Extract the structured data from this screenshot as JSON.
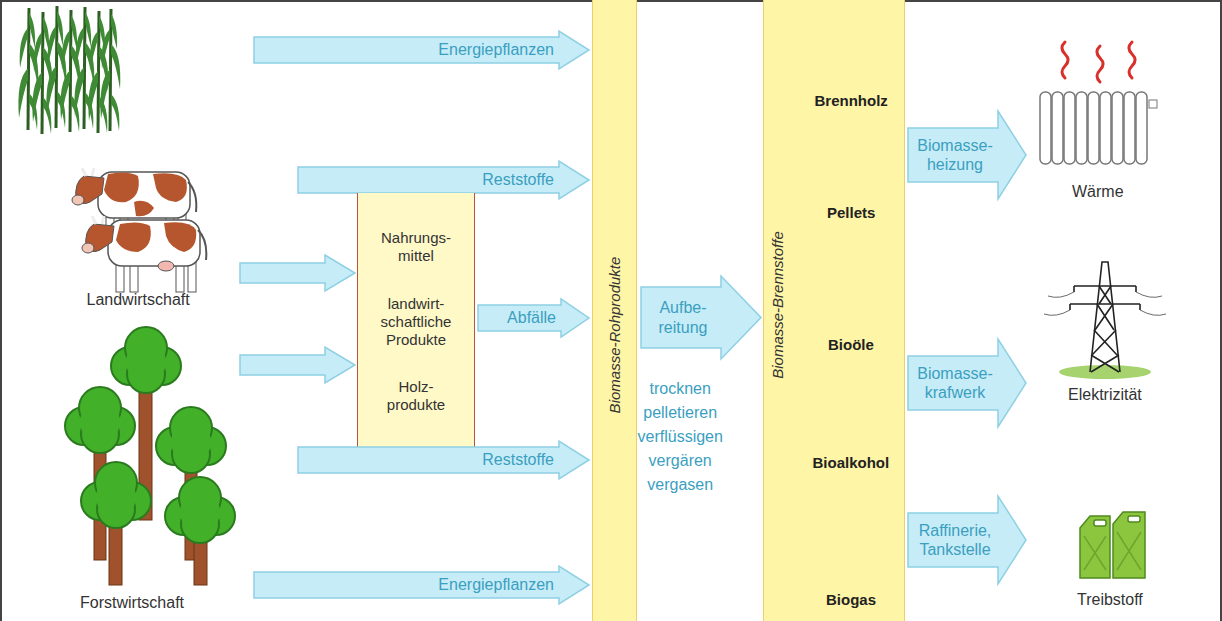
{
  "diagram": {
    "nodes": [
      {
        "text": [
          "Energiepflanzen"
        ]
      },
      {
        "text": [
          "Reststoffe"
        ]
      },
      {
        "text": [
          "Nahrungs- mittel",
          "landwirt- schaftliche Produkte",
          "Holz- produkte"
        ]
      },
      {
        "text": [
          "Abfälle"
        ]
      },
      {
        "text": [
          "Reststoffe"
        ]
      },
      {
        "text": [
          "Energiepflanzen"
        ]
      },
      {
        "text": [
          "Biomasse-Rohprodukte"
        ]
      },
      {
        "text": [
          "Aufbe- reitung"
        ]
      },
      {
        "text": [
          "Biomasse-Brennstoffe",
          "Brennholz",
          "Pellets",
          "Bioöle",
          "Bioalkohol",
          "Biogas"
        ]
      },
      {
        "text": [
          "Biomasse- heizung"
        ]
      },
      {
        "text": [
          "Biomasse- krafwerk"
        ]
      },
      {
        "text": [
          "Raffinerie, Tankstelle"
        ]
      }
    ],
    "labels": [
      "Landwirtschaft",
      "Forstwirtschaft",
      "trocknen pelletieren verflüssigen vergären vergasen",
      "Wärme",
      "Elektrizität",
      "Treibstoff"
    ]
  }
}
